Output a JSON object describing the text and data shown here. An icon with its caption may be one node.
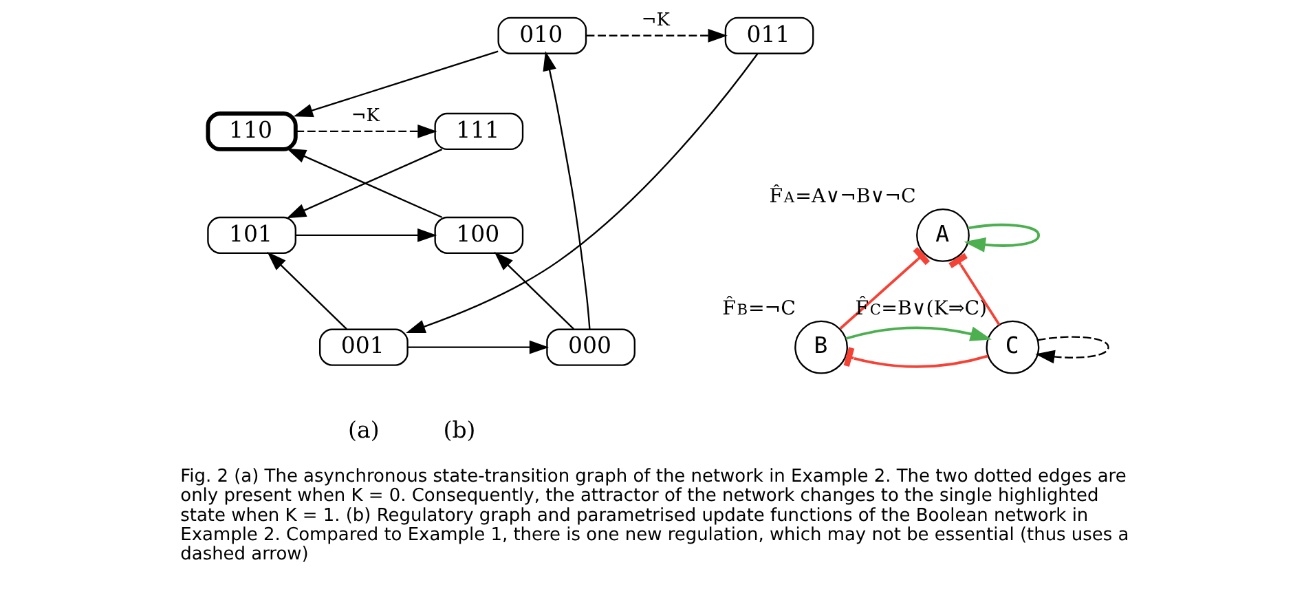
{
  "diagram": {
    "caption": "Fig. 2 (a) The asynchronous state-transition graph of the network in Example 2. The two dotted edges are only present when K = 0. Consequently, the attractor of the network changes to the single highlighted state when K = 1. (b) Regulatory graph and parametrised update functions of the Boolean network in Example 2. Compared to Example 1, there is one new regulation, which may not be essential (thus uses a dashed arrow)",
    "nodes": [
      {
        "text": [
          "010"
        ]
      },
      {
        "text": [
          "011"
        ]
      },
      {
        "text": [
          "110"
        ]
      },
      {
        "text": [
          "111"
        ]
      },
      {
        "text": [
          "100"
        ]
      },
      {
        "text": [
          "101"
        ]
      },
      {
        "text": [
          "000"
        ]
      },
      {
        "text": [
          "001"
        ]
      },
      {
        "text": [
          "A"
        ],
        "beside": [
          "F̂$_{A}$=A∨¬B∨¬C"
        ]
      },
      {
        "text": [
          "B"
        ],
        "beside": [
          "F̂$_{B}$=¬C"
        ]
      },
      {
        "text": [
          "C"
        ],
        "beside": [
          "F̂$_{C}$=B∨(K⇒C)"
        ]
      }
    ],
    "edges": [
      {
        "from": 0,
        "to": 1,
        "arrow": "to",
        "label": "¬K",
        "style": "dashed"
      },
      {
        "from": 0,
        "to": 2,
        "arrow": "to"
      },
      {
        "from": 2,
        "to": 3,
        "arrow": "to",
        "label": "¬K",
        "style": "dashed"
      },
      {
        "from": 1,
        "to": 7,
        "arrow": "to"
      },
      {
        "from": 3,
        "to": 5,
        "arrow": "to"
      },
      {
        "from": 4,
        "to": 2,
        "arrow": "to"
      },
      {
        "from": 5,
        "to": 4,
        "arrow": "to"
      },
      {
        "from": 6,
        "to": 0,
        "arrow": "to"
      },
      {
        "from": 6,
        "to": 4,
        "arrow": "to"
      },
      {
        "from": 7,
        "to": 5,
        "arrow": "to"
      },
      {
        "from": 7,
        "to": 6,
        "arrow": "to"
      },
      {
        "from": 8,
        "to": 8,
        "arrow": "to",
        "color": "#4caf50"
      },
      {
        "from": 9,
        "to": 8,
        "arrow": "other",
        "color": "#f44336"
      },
      {
        "from": 10,
        "to": 8,
        "arrow": "other",
        "color": "#f44336"
      },
      {
        "from": 10,
        "to": 9,
        "arrow": "other",
        "color": "#f44336"
      },
      {
        "from": 9,
        "to": 10,
        "arrow": "to",
        "color": "#4caf50"
      },
      {
        "from": 10,
        "to": 10,
        "arrow": "to",
        "style": "dashed"
      }
    ],
    "labels": [
      "(a)",
      "(b)"
    ]
  }
}
